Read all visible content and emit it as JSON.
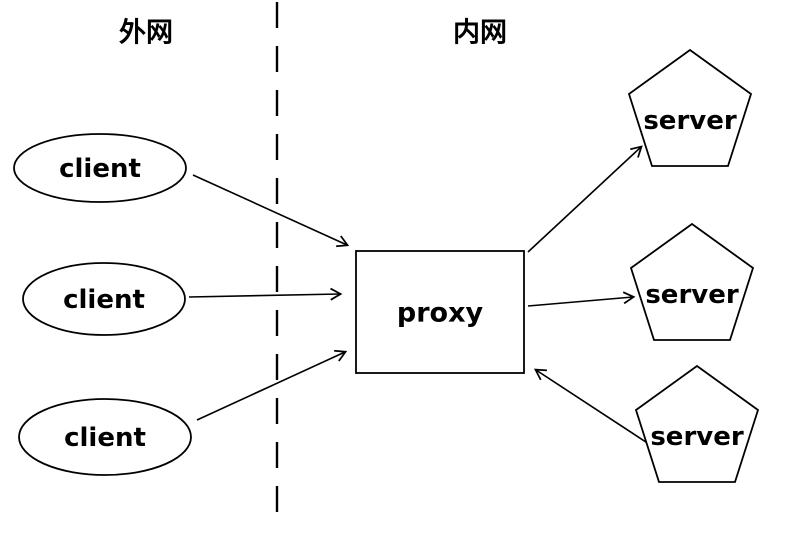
{
  "diagram": {
    "colors": {
      "background": "#ffffff",
      "stroke": "#000000",
      "text": "#000000"
    },
    "zones": {
      "external": "外网",
      "internal": "内网"
    },
    "clients": [
      {
        "label": "client"
      },
      {
        "label": "client"
      },
      {
        "label": "client"
      }
    ],
    "proxy": {
      "label": "proxy"
    },
    "servers": [
      {
        "label": "server"
      },
      {
        "label": "server"
      },
      {
        "label": "server"
      }
    ],
    "connections": [
      {
        "from": "client-1",
        "to": "proxy"
      },
      {
        "from": "client-2",
        "to": "proxy"
      },
      {
        "from": "client-3",
        "to": "proxy"
      },
      {
        "from": "proxy",
        "to": "server-1"
      },
      {
        "from": "proxy",
        "to": "server-2"
      },
      {
        "from": "server-3",
        "to": "proxy"
      }
    ]
  }
}
